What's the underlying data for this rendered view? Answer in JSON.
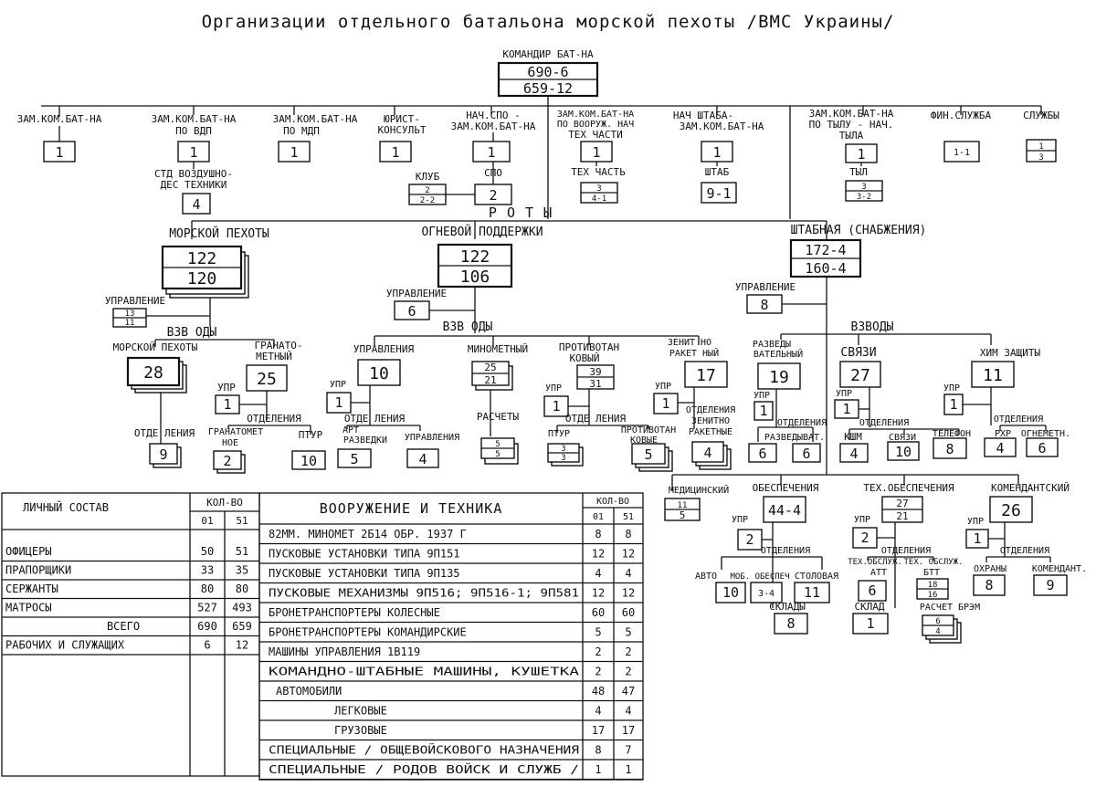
{
  "title": "Организации отдельного батальона морской пехоты /ВМС Украины/",
  "commander": {
    "label": "КОМАНДИР БАТ-НА",
    "v1": "690-6",
    "v2": "659-12"
  },
  "top_row": [
    {
      "label": "ЗАМ.КОМ.БАТ-НА",
      "value": "1"
    },
    {
      "label1": "ЗАМ.КОМ.БАТ-НА",
      "label2": "ПО ВДП",
      "value": "1"
    },
    {
      "label1": "ЗАМ.КОМ.БАТ-НА",
      "label2": "ПО МДП",
      "value": "1"
    },
    {
      "label1": "ЮРИСТ-",
      "label2": "КОНСУЛЬТ",
      "value": "1"
    },
    {
      "label1": "НАЧ.СПО -",
      "label2": "ЗАМ.КОМ.БАТ-НА",
      "value": "1"
    },
    {
      "label1": "ЗАМ.КОМ.БАТ-НА",
      "label2": "ПО ВООРУЖ. НАЧ",
      "label3": "ТЕХ ЧАСТИ",
      "value": "1"
    },
    {
      "label1": "НАЧ ШТАБА-",
      "label2": "ЗАМ.КОМ.БАТ-НА",
      "value": "1"
    },
    {
      "label1": "ЗАМ.КОМ.БАТ-НА",
      "label2": "ПО ТЫЛУ - НАЧ.",
      "label3": "ТЫЛА",
      "value": "1"
    },
    {
      "label": "ФИН.СЛУЖБА",
      "value": "1-1"
    },
    {
      "label": "СЛУЖБЫ",
      "top": "1",
      "bottom": "3"
    }
  ],
  "sub_top": {
    "vdp_tech": {
      "label1": "СТД ВОЗДУШНО-",
      "label2": "ДЕС ТЕХНИКИ",
      "value": "4"
    },
    "club": {
      "label": "КЛУБ",
      "top": "2",
      "bottom": "2-2"
    },
    "spo": {
      "label": "СПО",
      "value": "2"
    },
    "tech": {
      "label": "ТЕХ ЧАСТЬ",
      "top": "3",
      "bottom": "4-1"
    },
    "hq": {
      "label": "ШТАБ",
      "value": "9-1"
    },
    "rear": {
      "label": "ТЫЛ",
      "top": "3",
      "bottom": "3-2"
    }
  },
  "roty": "Р О Т Ы",
  "companies": {
    "marine": {
      "label": "МОРСКОЙ ПЕХОТЫ",
      "top": "122",
      "bottom": "120",
      "mgmt": {
        "label": "УПРАВЛЕНИЕ",
        "top": "13",
        "bottom": "11"
      },
      "vzvody": "ВЗВ ОДЫ",
      "p1": {
        "label": "МОРСКОЙ ПЕХОТЫ",
        "value": "28",
        "sub": "ОТДЕ ЛЕНИЯ",
        "sub_value": "9"
      },
      "p2": {
        "label1": "ГРАНАТО-",
        "label2": "МЕТНЫЙ",
        "value": "25",
        "upr": "УПР",
        "upr_value": "1",
        "otd": "ОТДЕЛЕНИЯ",
        "a_label1": "ГРАНАТОМЕТ",
        "a_label2": "НОЕ",
        "a_value": "2",
        "b_label": "ПТУР",
        "b_value": "10"
      }
    },
    "fire": {
      "label": "ОГНЕВОЙ ПОДДЕРЖКИ",
      "top": "122",
      "bottom": "106",
      "mgmt": {
        "label": "УПРАВЛЕНИЕ",
        "value": "6"
      },
      "vzvody": "ВЗВ ОДЫ",
      "p1": {
        "label": "УПРАВЛЕНИЯ",
        "value": "10",
        "upr": "УПР",
        "upr_value": "1",
        "otd": "ОТДЕ ЛЕНИЯ",
        "a_label1": "АРТ",
        "a_label2": "РАЗВЕДКИ",
        "a_value": "5",
        "b_label": "УПРАВЛЕНИЯ",
        "b_value": "4"
      },
      "p2": {
        "label": "МИНОМЕТНЫЙ",
        "top": "25",
        "bottom": "21",
        "sub": "РАСЧЕТЫ",
        "sub_top": "5",
        "sub_bottom": "5"
      },
      "p3": {
        "label1": "ПРОТИВОТАН",
        "label2": "КОВЫЙ",
        "top": "39",
        "bottom": "31",
        "upr": "УПР",
        "upr_value": "1",
        "otd": "ОТДЕ ЛЕНИЯ",
        "a_label": "ПТУР",
        "a_top": "3",
        "a_bottom": "3",
        "b_label1": "ПРОТИВОТАН",
        "b_label2": "КОВЫЕ",
        "b_value": "5"
      },
      "p4": {
        "label1": "ЗЕНИТ НО",
        "label2": "РАКЕТ НЫЙ",
        "value": "17",
        "upr": "УПР",
        "upr_value": "1",
        "sub1": "ОТДЕЛЕНИЯ",
        "sub2": "ЗЕНИТНО",
        "sub3": "РАКЕТНЫЕ",
        "sub_value": "4"
      }
    },
    "staff": {
      "label": "ШТАБНАЯ (СНАБЖЕНИЯ)",
      "top": "172-4",
      "bottom": "160-4",
      "mgmt": {
        "label": "УПРАВЛЕНИЕ",
        "value": "8"
      },
      "vzvody": "ВЗВОДЫ",
      "p1": {
        "label1": "РАЗВЕДЫ",
        "label2": "ВАТЕЛЬНЫЙ",
        "value": "19",
        "upr": "УПР",
        "upr_value": "1",
        "otd": "ОТДЕЛЕНИЯ",
        "a_label": "РАЗВЕДЫВАТ.",
        "a_value": "6",
        "b_value": "6"
      },
      "p2": {
        "label": "СВЯЗИ",
        "value": "27",
        "upr": "УПР",
        "upr_value": "1",
        "otd": "ОТДЕЛЕНИЯ",
        "a_label": "КШМ",
        "a_value": "4",
        "b_label": "СВЯЗИ",
        "b_value": "10",
        "c_label": "ТЕЛЕФОН",
        "c_value": "8"
      },
      "p3": {
        "label": "ХИМ ЗАЩИТЫ",
        "value": "11",
        "upr": "УПР",
        "upr_value": "1",
        "otd": "ОТДЕЛЕНИЯ",
        "a_label": "РХР",
        "a_value": "4",
        "b_label": "ОГНЕМЕТН.",
        "b_value": "6"
      },
      "med": {
        "label": "МЕДИЦИНСКИЙ",
        "top": "11",
        "bottom": "5"
      },
      "sup": {
        "label": "ОБЕСПЕЧЕНИЯ",
        "value": "44-4",
        "upr": "УПР",
        "upr_value": "2",
        "otd": "ОТДЕЛЕНИЯ",
        "a_label": "АВТО",
        "a_value": "10",
        "b_label": "МОБ. ОБЕСПЕЧ",
        "b_value": "3-4",
        "c_label": "СТОЛОВАЯ",
        "c_value": "11",
        "s_label": "СКЛАДЫ",
        "s_value": "8"
      },
      "tech": {
        "label": "ТЕХ.ОБЕСПЕЧЕНИЯ",
        "top": "27",
        "bottom": "21",
        "upr": "УПР",
        "upr_value": "2",
        "otd": "ОТДЕЛЕНИЯ",
        "a_label1": "ТЕХ.ОБСЛУЖ.",
        "a_label2": "АТТ",
        "a_value": "6",
        "b_label1": "ТЕХ. ОБСЛУЖ.",
        "b_label2": "БТТ",
        "b_top": "18",
        "b_bottom": "16",
        "s_label": "СКЛАД",
        "s_value": "1",
        "r_label": "РАСЧЕТ БРЭМ",
        "r_top": "6",
        "r_bottom": "4"
      },
      "comm": {
        "label": "КОМЕНДАНТСКИЙ",
        "value": "26",
        "upr": "УПР",
        "upr_value": "1",
        "otd": "ОТДЕЛЕНИЯ",
        "a_label": "ОХРАНЫ",
        "a_value": "8",
        "b_label": "КОМЕНДАНТ.",
        "b_value": "9"
      }
    }
  },
  "personnel_table": {
    "header": "ЛИЧНЫЙ СОСТАВ",
    "kol_vo": "КОЛ-ВО",
    "col1": "01",
    "col2": "51",
    "rows": [
      {
        "label": "ОФИЦЕРЫ",
        "a": "50",
        "b": "51"
      },
      {
        "label": "ПРАПОРЩИКИ",
        "a": "33",
        "b": "35"
      },
      {
        "label": "СЕРЖАНТЫ",
        "a": "80",
        "b": "80"
      },
      {
        "label": "МАТРОСЫ",
        "a": "527",
        "b": "493"
      },
      {
        "label": "ВСЕГО",
        "a": "690",
        "b": "659"
      },
      {
        "label": "РАБОЧИХ И СЛУЖАЩИХ",
        "a": "6",
        "b": "12"
      }
    ]
  },
  "equipment_table": {
    "header": "ВООРУЖЕНИЕ И ТЕХНИКА",
    "kol_vo": "КОЛ-ВО",
    "col1": "01",
    "col2": "51",
    "rows": [
      {
        "label": "82ММ. МИНОМЕТ 2Б14 ОБР. 1937 Г",
        "a": "8",
        "b": "8"
      },
      {
        "label": "ПУСКОВЫЕ УСТАНОВКИ ТИПА 9П151",
        "a": "12",
        "b": "12"
      },
      {
        "label": "ПУСКОВЫЕ УСТАНОВКИ ТИПА 9П135",
        "a": "4",
        "b": "4"
      },
      {
        "label": "ПУСКОВЫЕ МЕХАНИЗМЫ 9П516; 9П516-1; 9П581",
        "a": "12",
        "b": "12"
      },
      {
        "label": "БРОНЕТРАНСПОРТЕРЫ КОЛЕСНЫЕ",
        "a": "60",
        "b": "60"
      },
      {
        "label": "БРОНЕТРАНСПОРТЕРЫ КОМАНДИРСКИЕ",
        "a": "5",
        "b": "5"
      },
      {
        "label": "МАШИНЫ УПРАВЛЕНИЯ 1В119",
        "a": "2",
        "b": "2"
      },
      {
        "label": "КОМАНДНО-ШТАБНЫЕ МАШИНЫ, КУШЕТКА",
        "a": "2",
        "b": "2"
      },
      {
        "label": "АВТОМОБИЛИ",
        "a": "48",
        "b": "47"
      },
      {
        "label": "ЛЕГКОВЫЕ",
        "a": "4",
        "b": "4"
      },
      {
        "label": "ГРУЗОВЫЕ",
        "a": "17",
        "b": "17"
      },
      {
        "label": "СПЕЦИАЛЬНЫЕ / ОБЩЕВОЙСКОВОГО НАЗНАЧЕНИЯ",
        "a": "8",
        "b": "7"
      },
      {
        "label": "СПЕЦИАЛЬНЫЕ / РОДОВ ВОЙСК И СЛУЖБ /",
        "a": "1",
        "b": "1"
      }
    ]
  }
}
